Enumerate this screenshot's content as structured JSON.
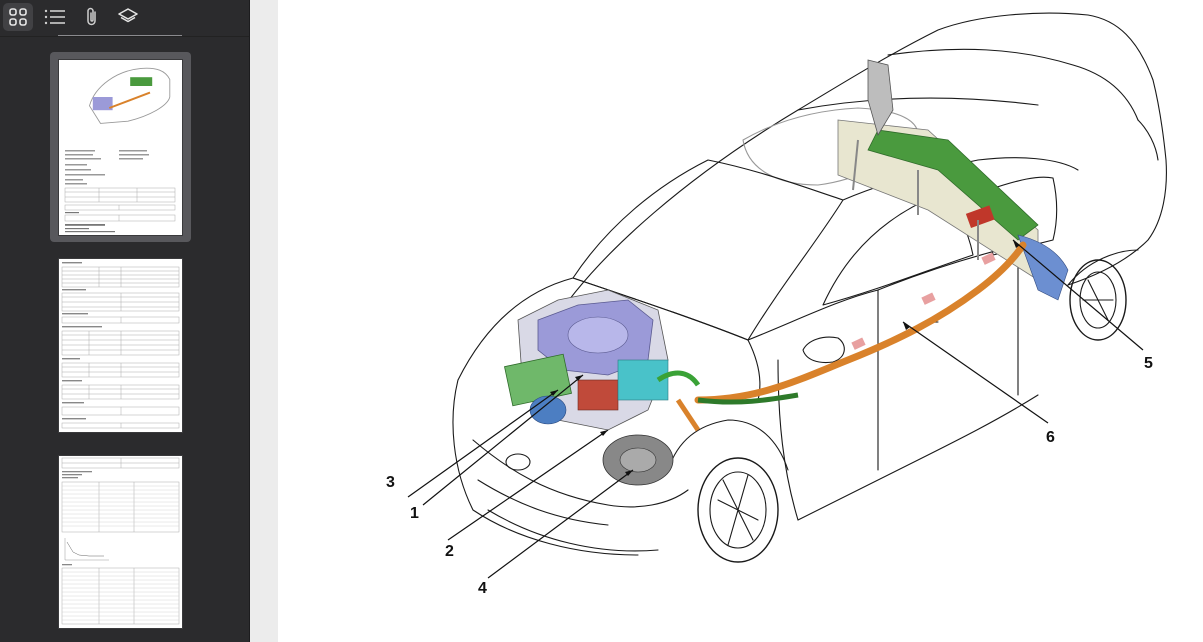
{
  "toolbar": {
    "buttons": [
      {
        "name": "thumbnails-view",
        "icon": "grid-icon",
        "active": true
      },
      {
        "name": "outline-view",
        "icon": "list-icon",
        "active": false
      },
      {
        "name": "attachments-view",
        "icon": "paperclip-icon",
        "active": false
      },
      {
        "name": "layers-view",
        "icon": "layers-icon",
        "active": false
      }
    ]
  },
  "thumbnails": {
    "selected_index": 0,
    "pages": [
      {
        "label": "page-1"
      },
      {
        "label": "page-2"
      },
      {
        "label": "page-3"
      }
    ]
  },
  "figure": {
    "callouts": [
      {
        "label": "1"
      },
      {
        "label": "2"
      },
      {
        "label": "3"
      },
      {
        "label": "4"
      },
      {
        "label": "5"
      },
      {
        "label": "6"
      }
    ]
  },
  "colors": {
    "sidebar_bg": "#2b2b2d",
    "selection_bg": "#58585c",
    "hv_cable": "#d9822b",
    "battery_green": "#4a9a3e",
    "engine_purple": "#9b9ad8"
  }
}
